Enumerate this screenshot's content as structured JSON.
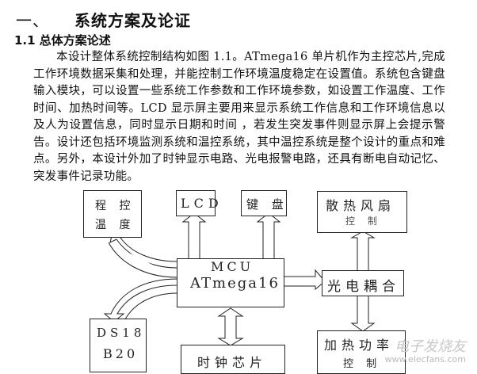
{
  "heading1": {
    "number": "一、",
    "title": "系统方案及论证"
  },
  "heading2": {
    "title": "1.1 总体方案论述"
  },
  "paragraph": "本设计整体系统控制结构如图 1.1。ATmega16 单片机作为主控芯片,完成工作环境数据采集和处理，并能控制工作环境温度稳定在设置值。系统包含键盘输入模块，可以设置一些系统工作参数和工作环境参数，如设置工作温度、工作时间、加热时间等。LCD 显示屏主要用来显示系统工作信息和工作环境信息以及人为设置信息，同时显示日期和时间 ，若发生突发事件则显示屏上会提示警告。设计还包括环境监测系统和温控系统，其中温控系统是整个设计的重点和难点。另外，本设计外加了时钟显示电路、光电报警电路，还具有断电自动记忆、突发事件记录功能。",
  "diagram": {
    "program_temp": {
      "line1": "程 控",
      "line2": "温 度"
    },
    "lcd": "LCD",
    "keyboard": "键 盘",
    "fan": {
      "line1": "散热风扇",
      "line2": "控 制"
    },
    "mcu": {
      "line1": "MCU",
      "line2": "ATmega16"
    },
    "optocoupler": "光电耦合",
    "ds18b20": {
      "line1": "DS18",
      "line2": "B20"
    },
    "clock_chip": "时钟芯片",
    "heater": {
      "line1": "加热功率",
      "line2": "控 制"
    }
  },
  "watermark": {
    "line1": "电子发烧友",
    "line2": "www.elecfans.com"
  }
}
